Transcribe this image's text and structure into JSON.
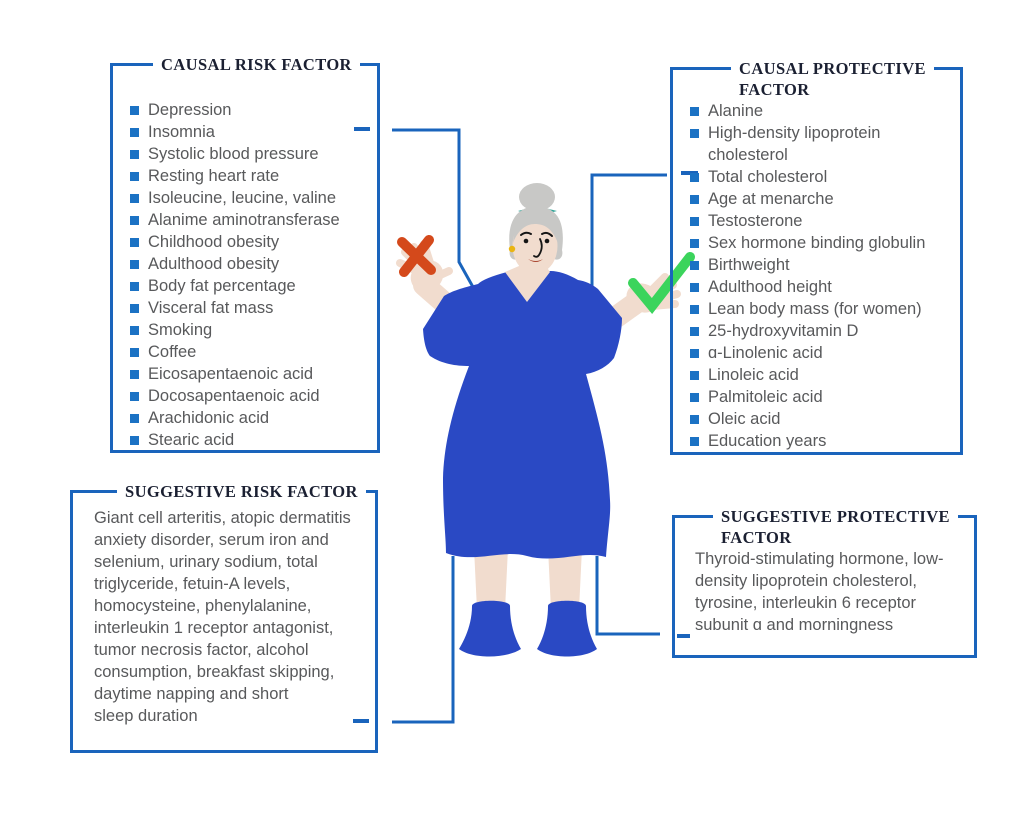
{
  "boxes": {
    "causal_risk": {
      "title_lines": [
        "CAUSAL RISK FACTOR"
      ],
      "items": [
        "Depression",
        "Insomnia",
        "Systolic blood pressure",
        "Resting heart rate",
        "Isoleucine, leucine, valine",
        "Alanime aminotransferase",
        "Childhood obesity",
        "Adulthood obesity",
        "Body fat percentage",
        "Visceral fat mass",
        "Smoking",
        "Coffee",
        "Eicosapentaenoic acid",
        "Docosapentaenoic acid",
        "Arachidonic acid",
        "Stearic acid"
      ]
    },
    "causal_protective": {
      "title_lines": [
        "CAUSAL PROTECTIVE",
        "FACTOR"
      ],
      "items": [
        "Alanine",
        "High-density lipoprotein cholesterol",
        "Total cholesterol",
        "Age at menarche",
        "Testosterone",
        "Sex hormone binding globulin",
        "Birthweight",
        "Adulthood height",
        "Lean body mass (for women)",
        "25-hydroxyvitamin D",
        "ɑ-Linolenic acid",
        "Linoleic acid",
        "Palmitoleic acid",
        "Oleic acid",
        "Education years"
      ]
    },
    "suggestive_risk": {
      "title_lines": [
        "SUGGESTIVE RISK FACTOR"
      ],
      "text_lines": [
        "Giant cell arteritis, atopic dermatitis",
        "anxiety disorder, serum iron and",
        "selenium, urinary sodium, total",
        "triglyceride, fetuin-A levels,",
        "homocysteine, phenylalanine,",
        "interleukin 1 receptor antagonist,",
        "tumor necrosis factor, alcohol",
        "consumption, breakfast skipping,",
        "daytime napping and short",
        "sleep duration"
      ]
    },
    "suggestive_protective": {
      "title_lines": [
        "SUGGESTIVE PROTECTIVE",
        "FACTOR"
      ],
      "text_lines": [
        "Thyroid-stimulating hormone, low-",
        "density lipoprotein cholesterol,",
        "tyrosine, interleukin 6 receptor",
        "subunit ɑ and morningness"
      ]
    }
  },
  "figure": {
    "description": "Illustration of an elderly woman with gray hair bun and blue dress, arms raised",
    "left_mark": "cross-icon",
    "right_mark": "check-icon"
  },
  "colors": {
    "box_border_blue": "#1A64BC",
    "bullet_blue": "#1B72C4",
    "connector_blue": "#1A64BC",
    "dress_blue": "#2A49C4",
    "cross_red": "#D4491B",
    "check_green": "#3BD45C",
    "body_text_gray": "#58595B",
    "title_dark": "#1B2032",
    "skin": "#F1DCCE",
    "hair_gray": "#C8C8C6",
    "hairband_teal": "#2EA396"
  }
}
